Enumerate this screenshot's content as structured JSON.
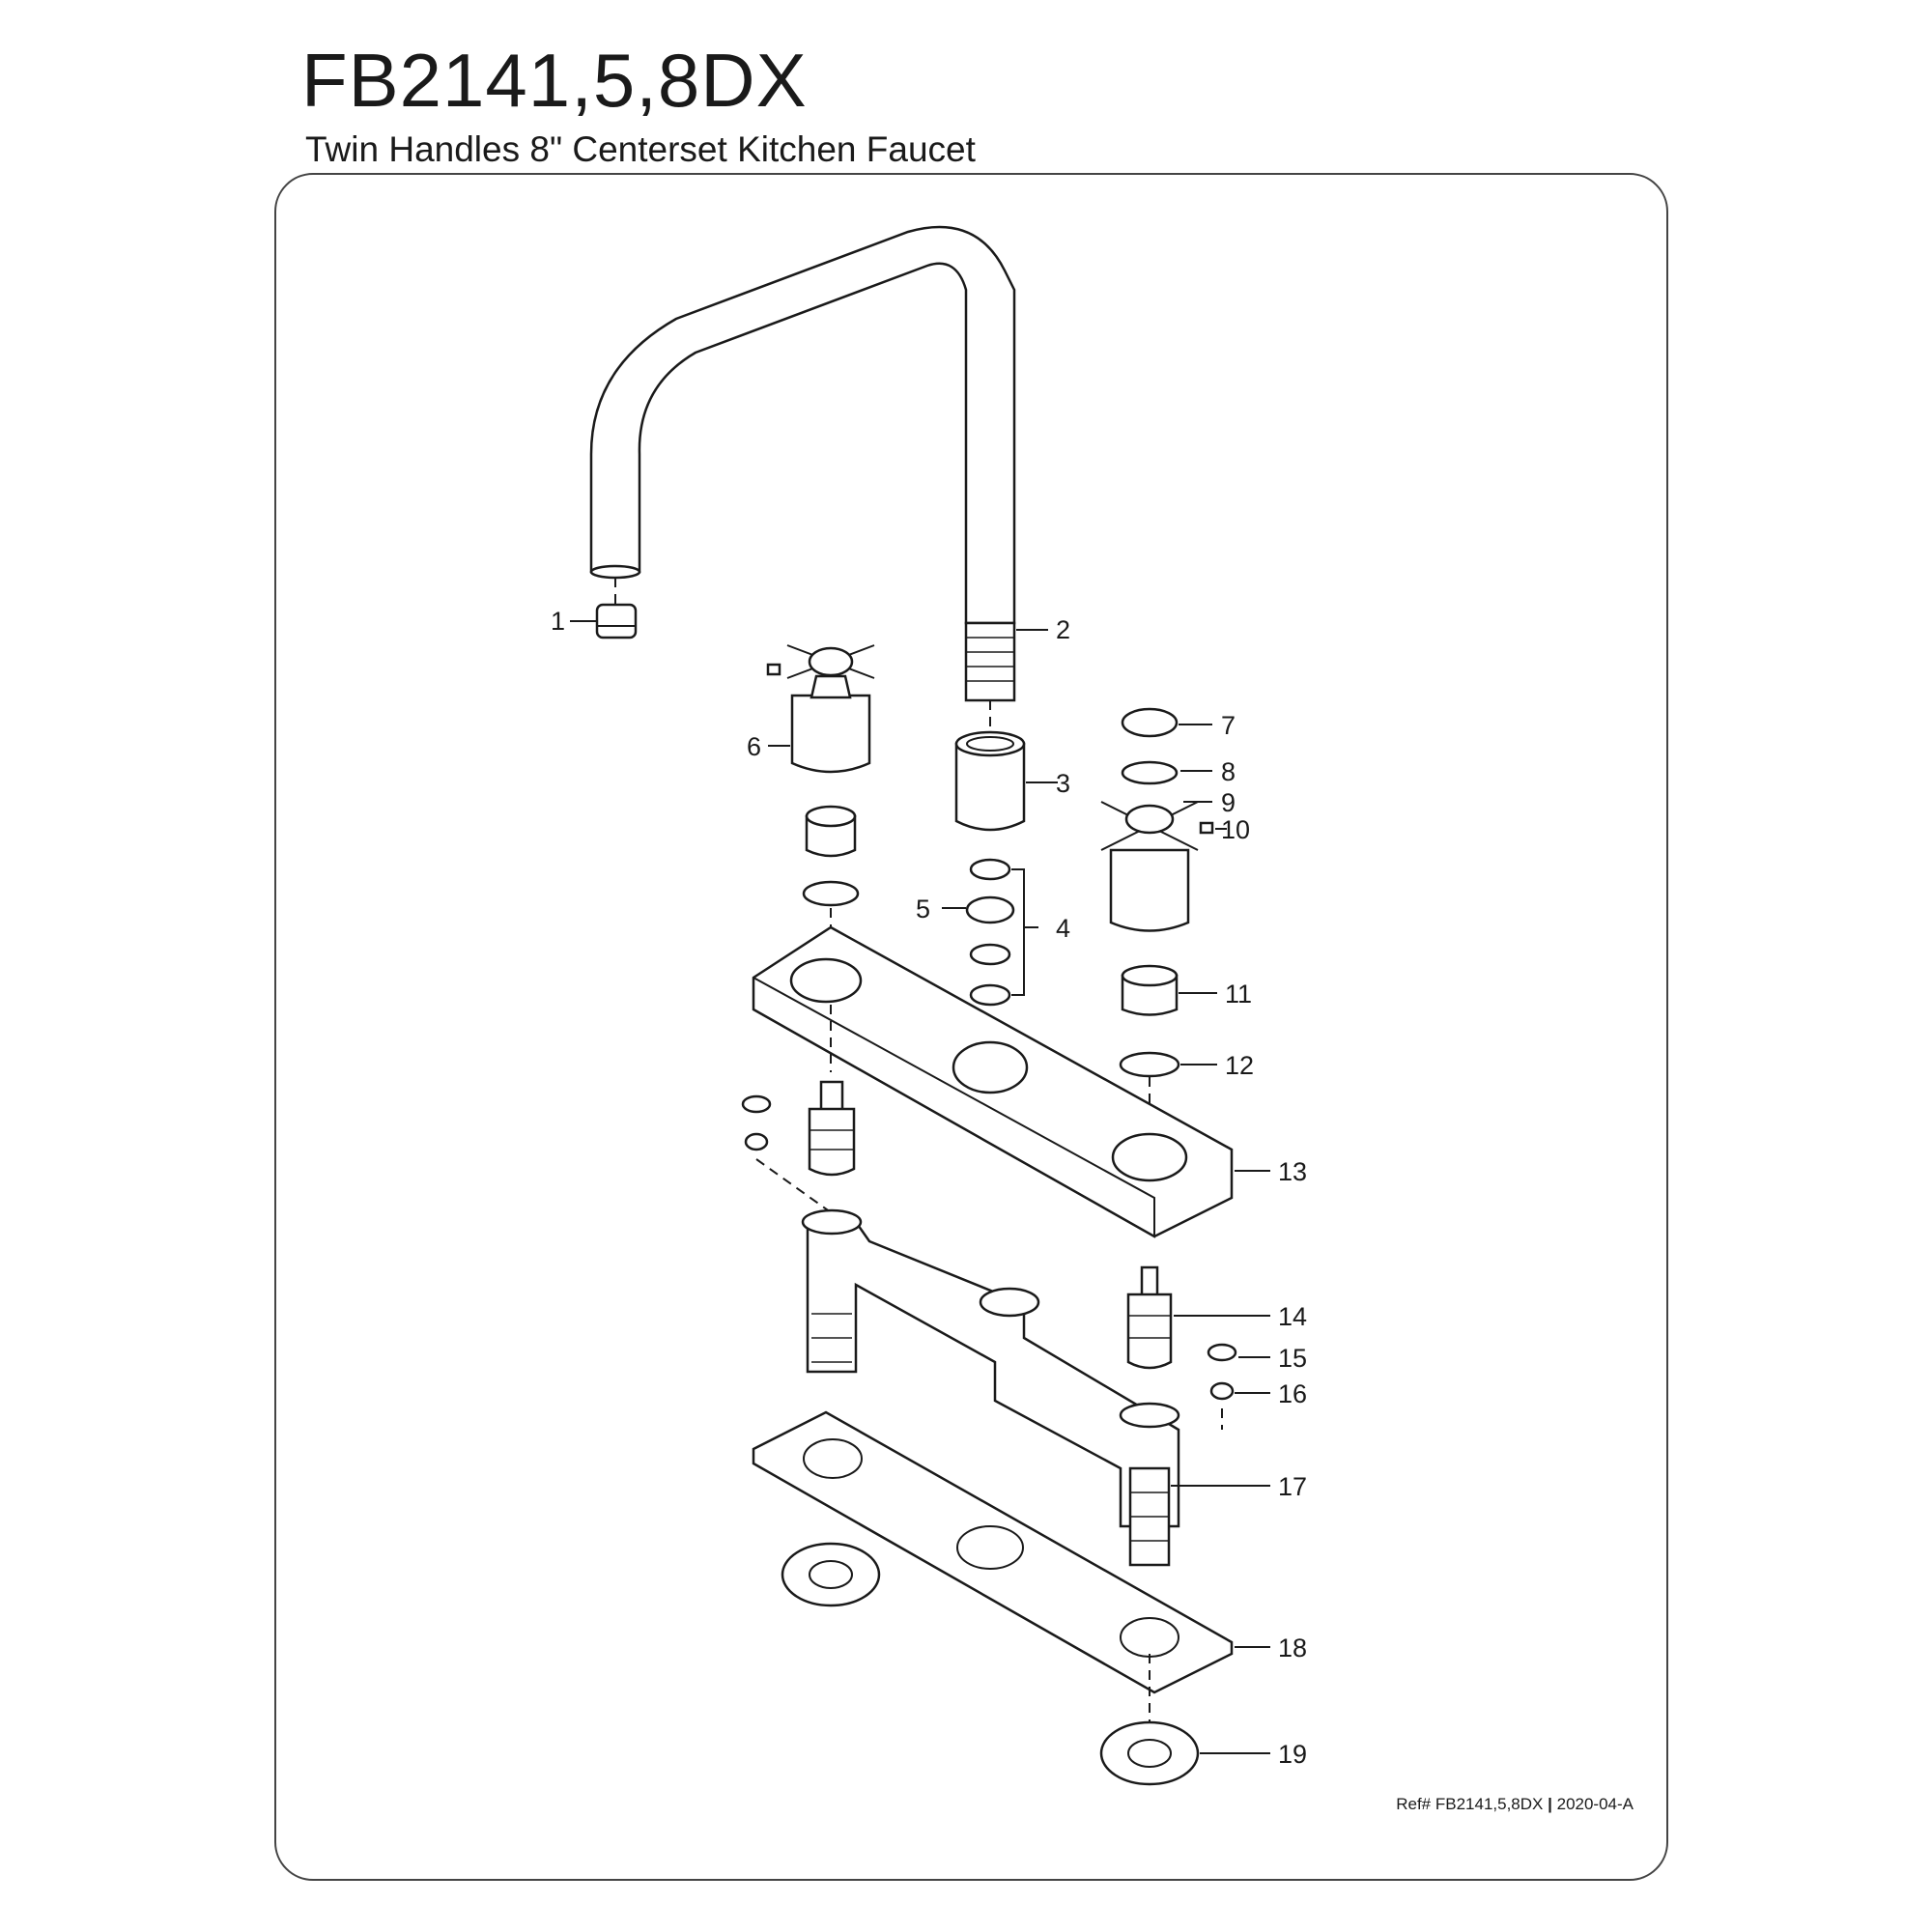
{
  "header": {
    "model": "FB2141,5,8DX",
    "description": "Twin Handles 8\" Centerset Kitchen Faucet"
  },
  "footer": {
    "ref_label": "Ref# FB2141,5,8DX",
    "separator": "|",
    "revision": "2020-04-A"
  },
  "parts": [
    "1",
    "2",
    "3",
    "4",
    "5",
    "6",
    "7",
    "8",
    "9",
    "10",
    "11",
    "12",
    "13",
    "14",
    "15",
    "16",
    "17",
    "18",
    "19"
  ]
}
